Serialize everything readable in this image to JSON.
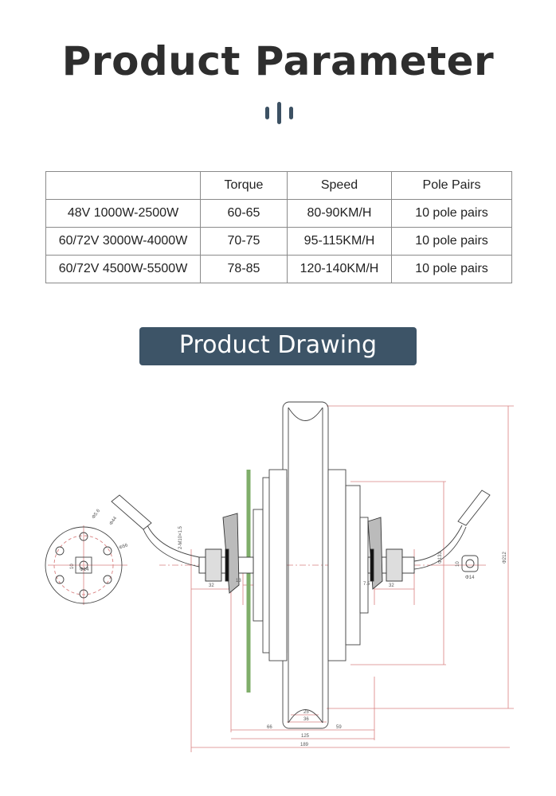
{
  "header": {
    "title": "Product Parameter"
  },
  "table": {
    "headers": [
      "",
      "Torque",
      "Speed",
      "Pole Pairs"
    ],
    "rows": [
      [
        "48V 1000W-2500W",
        "60-65",
        "80-90KM/H",
        "10 pole pairs"
      ],
      [
        "60/72V 3000W-4000W",
        "70-75",
        "95-115KM/H",
        "10 pole pairs"
      ],
      [
        "60/72V 4500W-5500W",
        "78-85",
        "120-140KM/H",
        "10 pole pairs"
      ]
    ]
  },
  "drawing": {
    "title": "Product Drawing",
    "dimensions": {
      "left_32": "32",
      "left_13": "13",
      "thread": "2-M10×1.5",
      "phi56": "Φ56",
      "phi44": "Φ44",
      "phi5_6": "Φ5.6",
      "phi14_left": "Φ14",
      "flat_left": "10",
      "right_7_5": "7.5",
      "right_32": "32",
      "phi133": "Φ133",
      "phi212": "Φ212",
      "phi14_right": "Φ14",
      "flat_right": "10",
      "d25": "25",
      "d36": "36",
      "d66": "66",
      "d59": "59",
      "d125": "125",
      "d189": "189"
    }
  },
  "colors": {
    "accent": "#3d5467",
    "dim_line": "#d98080",
    "brake": "#7fae6a"
  }
}
